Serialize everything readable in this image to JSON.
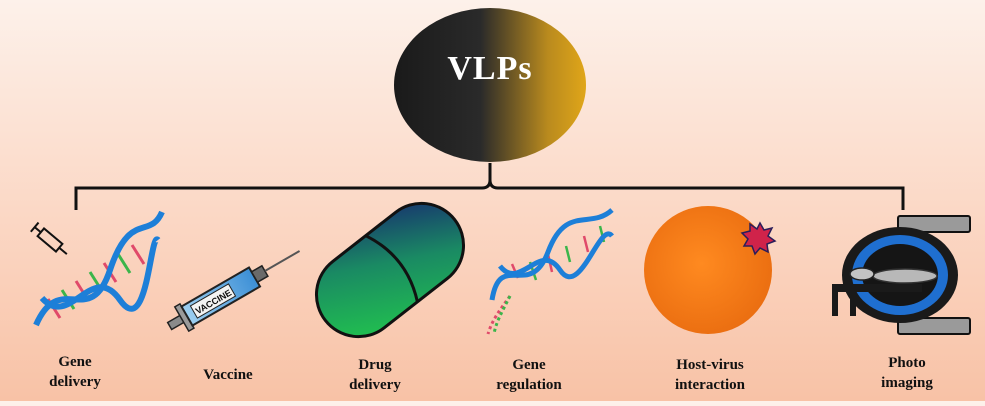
{
  "center": {
    "title": "VLPs"
  },
  "applications": [
    {
      "id": "gene-delivery",
      "label": "Gene\ndelivery",
      "icon": "dna-with-syringe-icon"
    },
    {
      "id": "vaccine",
      "label": "Vaccine",
      "icon": "syringe-icon"
    },
    {
      "id": "drug-delivery",
      "label": "Drug\ndelivery",
      "icon": "capsule-icon"
    },
    {
      "id": "gene-regulation",
      "label": "Gene\nregulation",
      "icon": "dna-strand-icon"
    },
    {
      "id": "host-virus",
      "label": "Host-virus\ninteraction",
      "icon": "cell-with-virus-icon"
    },
    {
      "id": "photo-imaging",
      "label": "Photo\nimaging",
      "icon": "mri-scanner-icon"
    }
  ],
  "vaccine_text": "VACCINE",
  "colors": {
    "vlp_dark": "#151515",
    "vlp_gold": "#d9a520",
    "dna_blue": "#1d7fd8",
    "capsule_green": "#1fbf4a",
    "capsule_navy": "#172a70",
    "cell_orange": "#f27b1a",
    "virus_red": "#d0234a"
  }
}
